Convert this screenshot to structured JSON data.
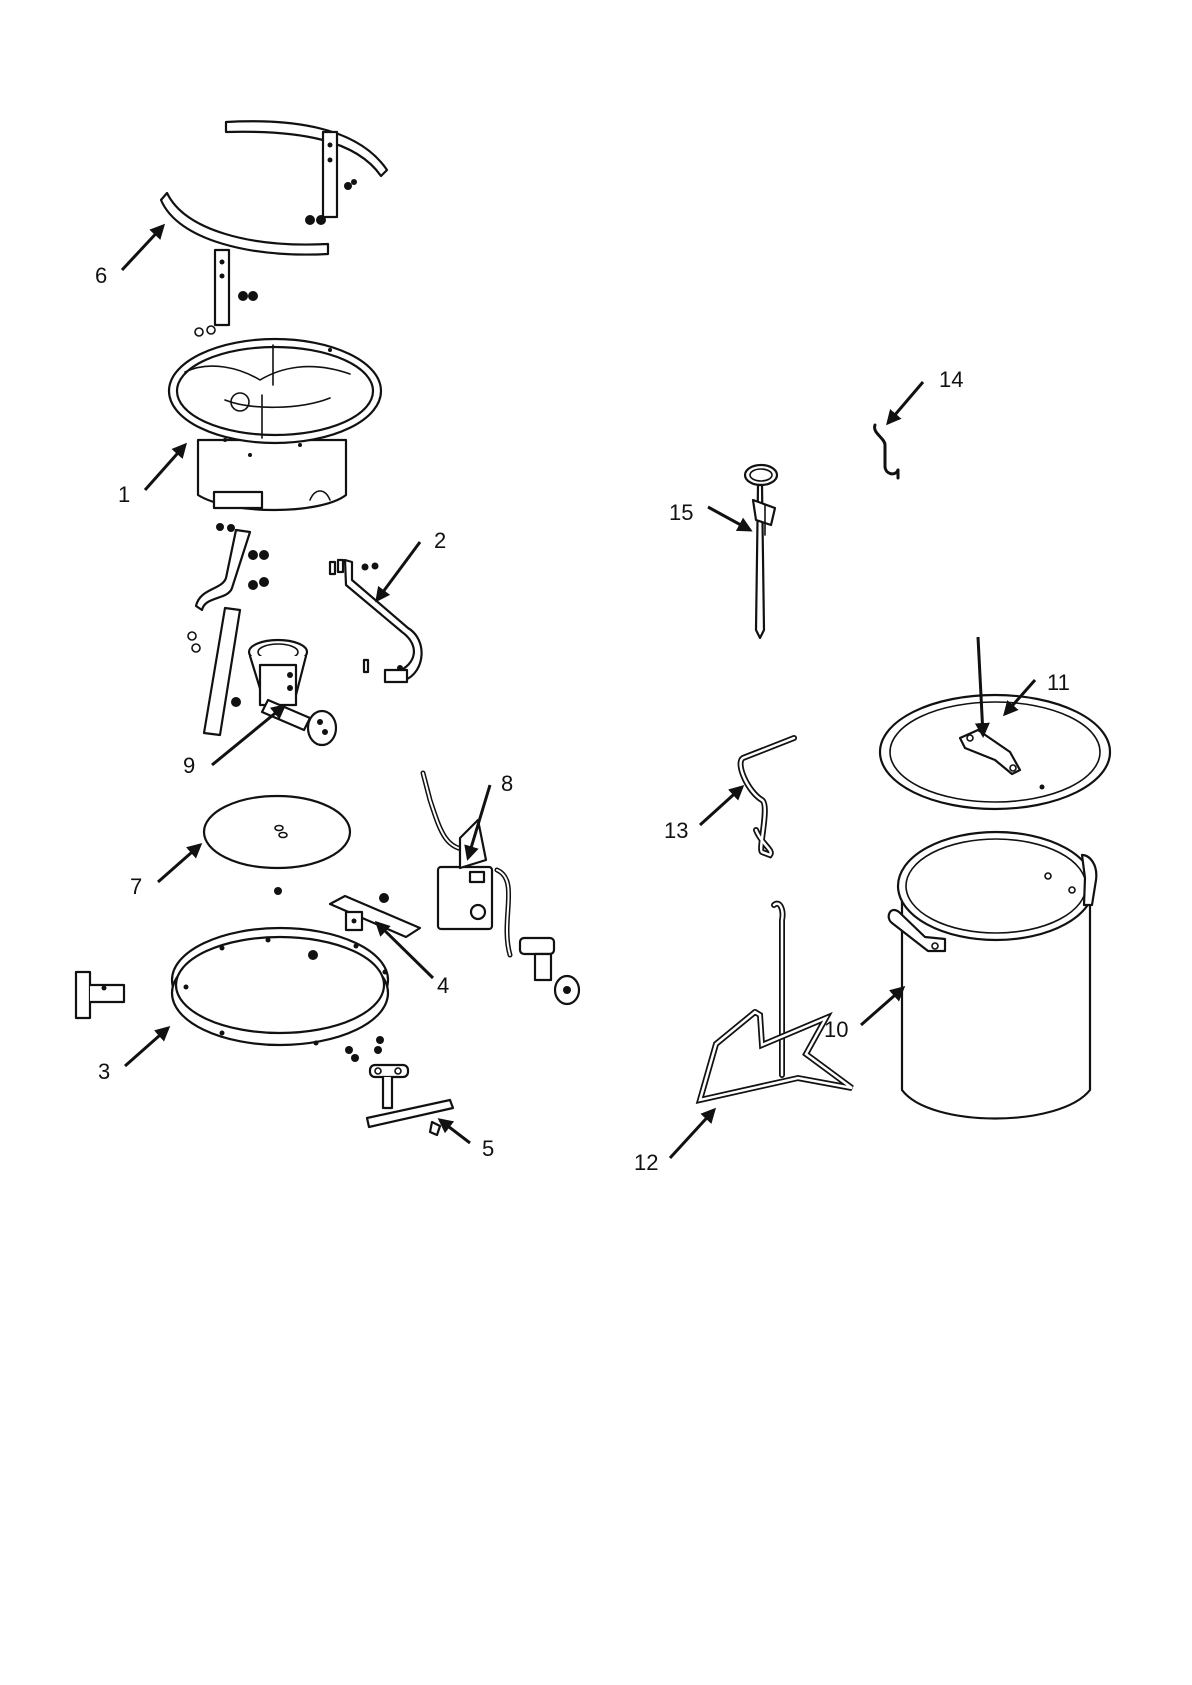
{
  "diagram": {
    "type": "exploded-parts-diagram",
    "colors": {
      "line": "#111111",
      "background": "#ffffff"
    },
    "callouts": [
      {
        "id": "1",
        "label": "1"
      },
      {
        "id": "2",
        "label": "2"
      },
      {
        "id": "3",
        "label": "3"
      },
      {
        "id": "4",
        "label": "4"
      },
      {
        "id": "5",
        "label": "5"
      },
      {
        "id": "6",
        "label": "6"
      },
      {
        "id": "7",
        "label": "7"
      },
      {
        "id": "8",
        "label": "8"
      },
      {
        "id": "9",
        "label": "9"
      },
      {
        "id": "10",
        "label": "10"
      },
      {
        "id": "11",
        "label": "11"
      },
      {
        "id": "12",
        "label": "12"
      },
      {
        "id": "13",
        "label": "13"
      },
      {
        "id": "14",
        "label": "14"
      },
      {
        "id": "15",
        "label": "15"
      }
    ]
  }
}
